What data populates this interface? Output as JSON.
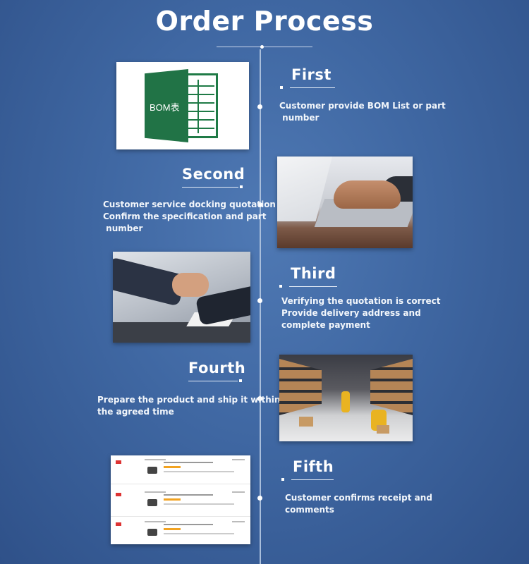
{
  "title": "Order Process",
  "steps": [
    {
      "title": "First",
      "text": [
        "Customer provide BOM List or part",
        " number"
      ],
      "image_label": "BOM表"
    },
    {
      "title": "Second",
      "text": [
        "Customer service docking quotation",
        "Confirm the specification and part",
        " number"
      ]
    },
    {
      "title": "Third",
      "text": [
        "Verifying the quotation is correct",
        "Provide delivery address and",
        "complete payment"
      ]
    },
    {
      "title": "Fourth",
      "text": [
        "Prepare the product and ship it within",
        "the agreed time"
      ]
    },
    {
      "title": "Fifth",
      "text": [
        "Customer confirms receipt and",
        "comments"
      ]
    }
  ],
  "colors": {
    "background": "#3f67a2",
    "excel_green": "#217346",
    "timeline": "#a9bedb"
  }
}
